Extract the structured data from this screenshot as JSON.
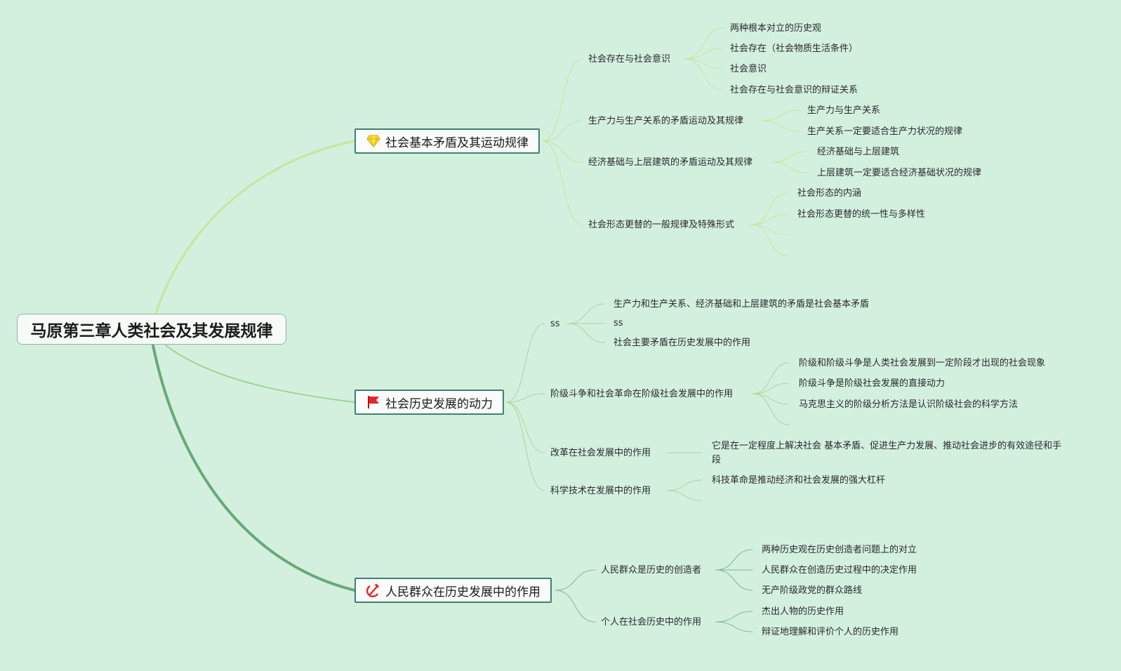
{
  "root": {
    "label": "马原第三章人类社会及其发展规律"
  },
  "branches": [
    {
      "label": "社会基本矛盾及其运动规律",
      "icon": "diamond-icon",
      "subs": [
        {
          "label": "社会存在与社会意识",
          "items": [
            "两种根本对立的历史观",
            "社会存在（社会物质生活条件）",
            "社会意识",
            "社会存在与社会意识的辩证关系"
          ]
        },
        {
          "label": "生产力与生产关系的矛盾运动及其规律",
          "items": [
            "生产力与生产关系",
            "生产关系一定要适合生产力状况的规律"
          ]
        },
        {
          "label": "经济基础与上层建筑的矛盾运动及其规律",
          "items": [
            "经济基础与上层建筑",
            "上层建筑一定要适合经济基础状况的规律"
          ]
        },
        {
          "label": "社会形态更替的一般规律及特殊形式",
          "items": [
            "社会形态的内涵",
            "社会形态更替的统一性与多样性"
          ]
        }
      ]
    },
    {
      "label": "社会历史发展的动力",
      "icon": "red-flag-icon",
      "subs": [
        {
          "label": "ss",
          "items": [
            "生产力和生产关系、经济基础和上层建筑的矛盾是社会基本矛盾",
            "ss",
            "社会主要矛盾在历史发展中的作用"
          ]
        },
        {
          "label": "阶级斗争和社会革命在阶级社会发展中的作用",
          "items": [
            "阶级和阶级斗争是人类社会发展到一定阶段才出现的社会现象",
            "阶级斗争是阶级社会发展的直接动力",
            "马克思主义的阶级分析方法是认识阶级社会的科学方法"
          ]
        },
        {
          "label": "改革在社会发展中的作用",
          "items": [
            "它是在一定程度上解决社会 基本矛盾、促进生产力发展、推动社会进步的有效途径和手段"
          ]
        },
        {
          "label": "科学技术在发展中的作用",
          "items": [
            "科技革命是推动经济和社会发展的强大杠杆"
          ]
        }
      ]
    },
    {
      "label": "人民群众在历史发展中的作用",
      "icon": "hammer-sickle-icon",
      "subs": [
        {
          "label": "人民群众是历史的创造者",
          "items": [
            "两种历史观在历史创造者问题上的对立",
            "人民群众在创造历史过程中的决定作用",
            "无产阶级政党的群众路线"
          ]
        },
        {
          "label": "个人在社会历史中的作用",
          "items": [
            "杰出人物的历史作用",
            "辩证地理解和评价个人的历史作用"
          ]
        }
      ]
    }
  ],
  "colors": {
    "background": "#d3f0df",
    "branch1": "#c4e89a",
    "branch2": "#9fd494",
    "branch3": "#6aa879",
    "main_border": "#3f7f72"
  }
}
